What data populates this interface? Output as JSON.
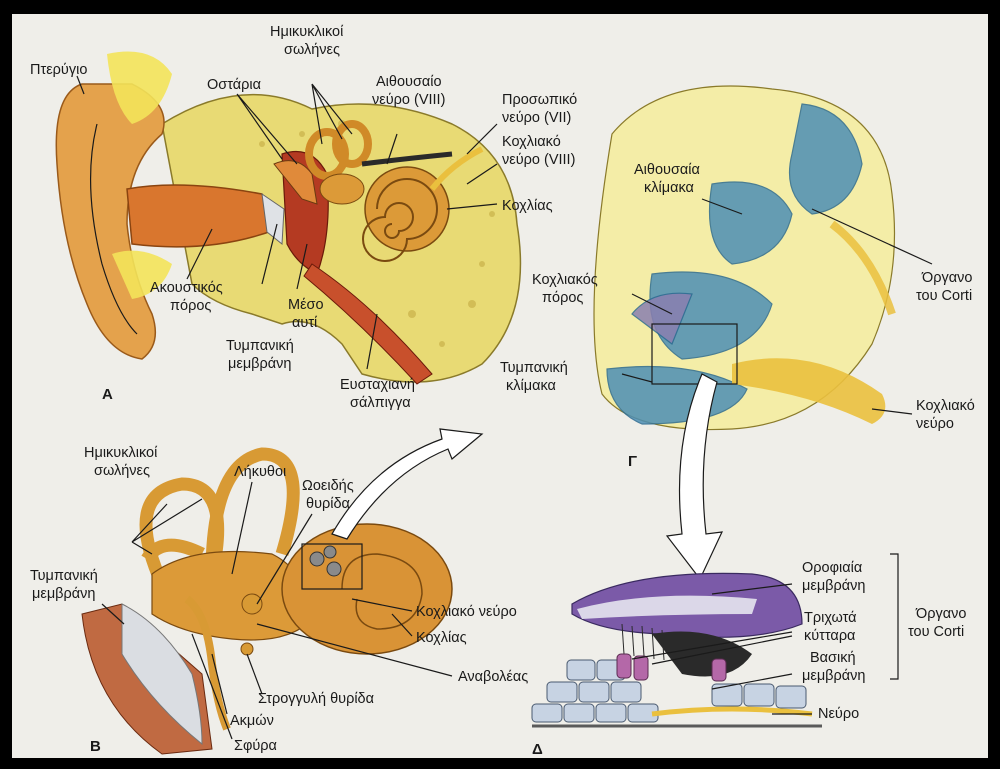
{
  "colors": {
    "bone": "#e8da74",
    "skin": "#e4a24c",
    "canal": "#d9762e",
    "labyrinth": "#dc9a38",
    "cochlea_blue": "#4d8fb5",
    "purple": "#7b5aa8",
    "nerve": "#eac03e"
  },
  "panels": {
    "A": {
      "letter": "Α",
      "labels": {
        "pinna": "Πτερύγιο",
        "ossicles": "Οστάρια",
        "canals1": "Ημικυκλικοί",
        "canals2": "σωλήνες",
        "vest_nerve1": "Αιθουσαίο",
        "vest_nerve2": "νεύρο (VIII)",
        "facial1": "Προσωπικό",
        "facial2": "νεύρο (VII)",
        "coch_nerve1": "Κοχλιακό",
        "coch_nerve2": "νεύρο (VIII)",
        "cochlea": "Κοχλίας",
        "canal1": "Ακουστικός",
        "canal2": "πόρος",
        "middle1": "Μέσο",
        "middle2": "αυτί",
        "tympanic1": "Τυμπανική",
        "tympanic2": "μεμβράνη",
        "eust1": "Ευσταχιανή",
        "eust2": "σάλπιγγα"
      }
    },
    "B": {
      "letter": "Β",
      "labels": {
        "canals1": "Ημικυκλικοί",
        "canals2": "σωλήνες",
        "utricles": "Λήκυθοι",
        "oval1": "Ωοειδής",
        "oval2": "θυρίδα",
        "tympanic1": "Τυμπανική",
        "tympanic2": "μεμβράνη",
        "coch_nerve": "Κοχλιακό νεύρο",
        "cochlea": "Κοχλίας",
        "stapes": "Αναβολέας",
        "round": "Στρογγυλή θυρίδα",
        "incus": "Ακμών",
        "malleus": "Σφύρα"
      }
    },
    "C": {
      "letter": "Γ",
      "labels": {
        "vest1": "Αιθουσαία",
        "vest2": "κλίμακα",
        "duct1": "Κοχλιακός",
        "duct2": "πόρος",
        "tymp1": "Τυμπανική",
        "tymp2": "κλίμακα",
        "corti1": "Όργανο",
        "corti2": "του Corti",
        "nerve1": "Κοχλιακό",
        "nerve2": "νεύρο"
      }
    },
    "D": {
      "letter": "Δ",
      "labels": {
        "tect1": "Οροφιαία",
        "tect2": "μεμβράνη",
        "hair1": "Τριχωτά",
        "hair2": "κύτταρα",
        "basil1": "Βασική",
        "basil2": "μεμβράνη",
        "nerve": "Νεύρο",
        "corti1": "Όργανο",
        "corti2": "του Corti"
      }
    }
  }
}
